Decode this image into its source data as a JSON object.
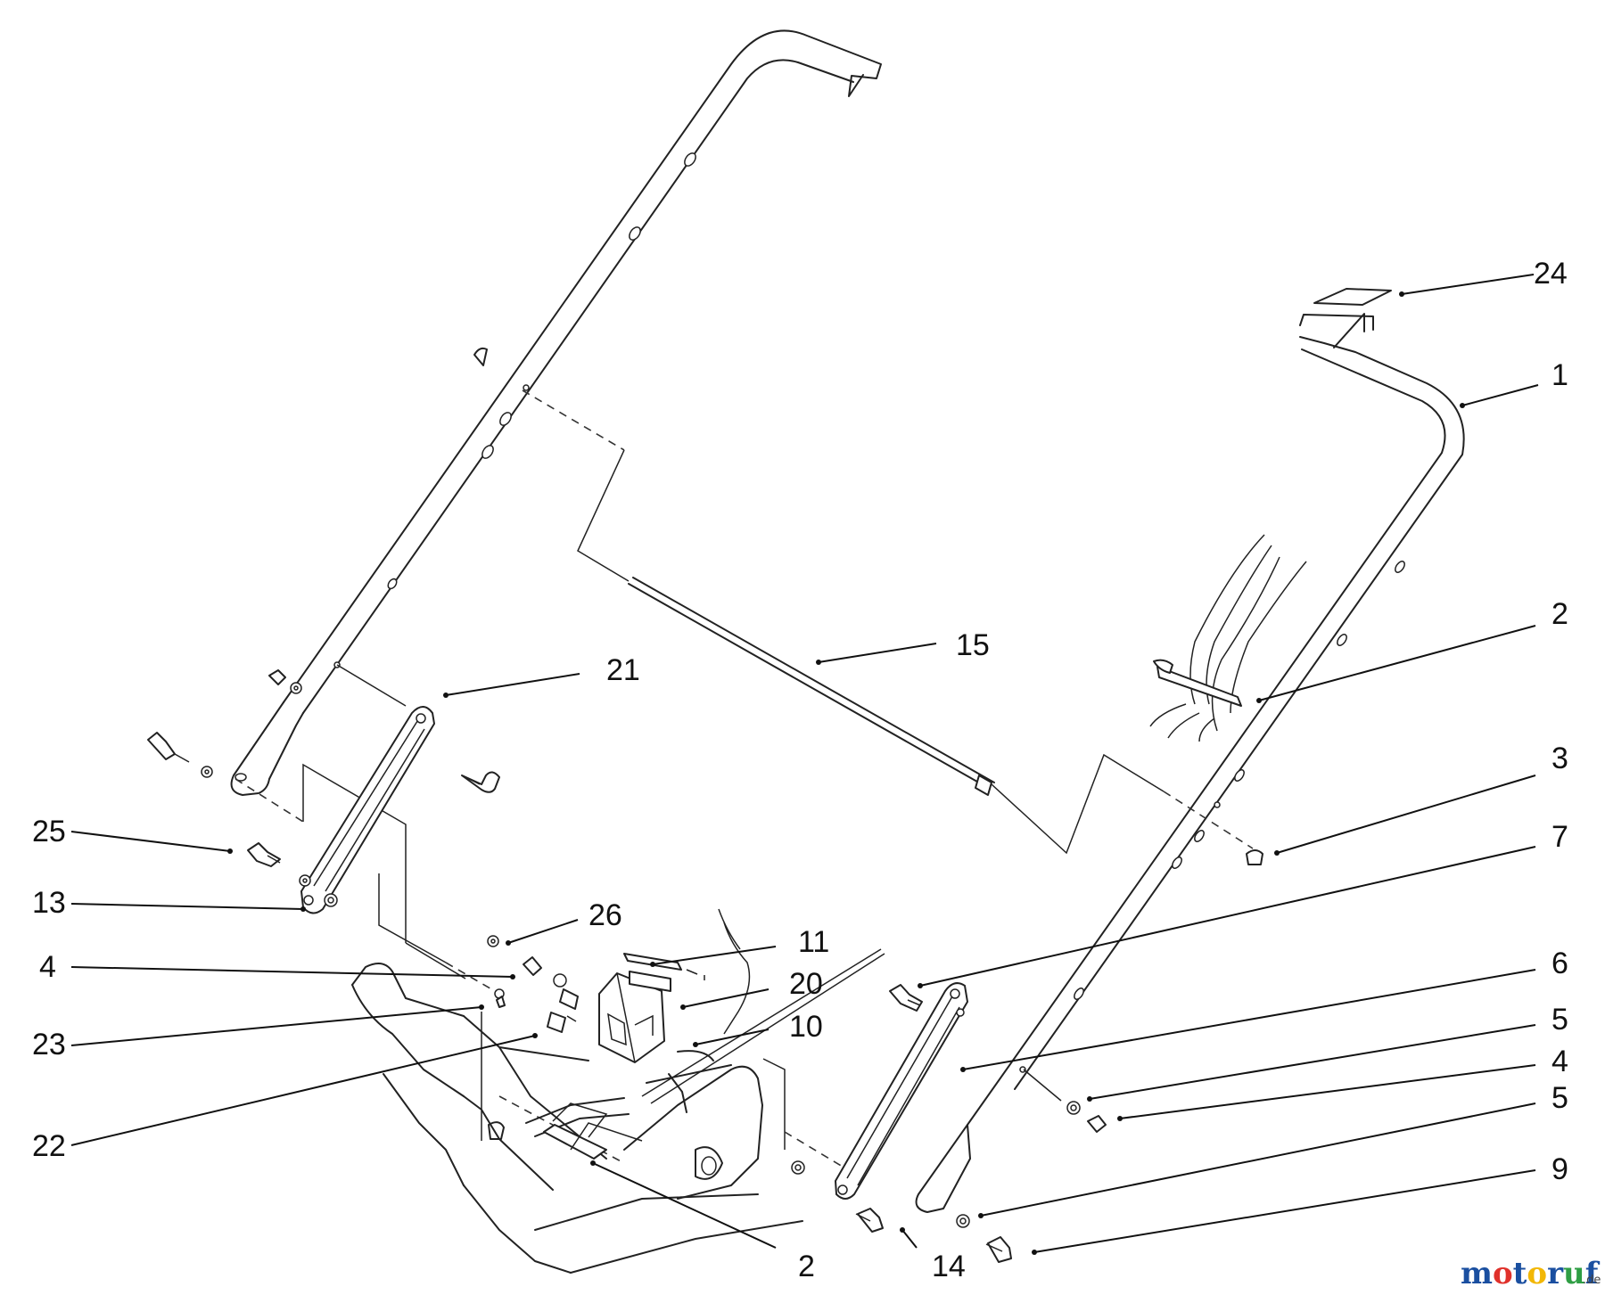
{
  "callouts": [
    {
      "id": "c24",
      "label": "24"
    },
    {
      "id": "c1",
      "label": "1"
    },
    {
      "id": "c2a",
      "label": "2"
    },
    {
      "id": "c3",
      "label": "3"
    },
    {
      "id": "c7",
      "label": "7"
    },
    {
      "id": "c6",
      "label": "6"
    },
    {
      "id": "c5a",
      "label": "5"
    },
    {
      "id": "c4a",
      "label": "4"
    },
    {
      "id": "c5b",
      "label": "5"
    },
    {
      "id": "c9",
      "label": "9"
    },
    {
      "id": "c15",
      "label": "15"
    },
    {
      "id": "c21",
      "label": "21"
    },
    {
      "id": "c25",
      "label": "25"
    },
    {
      "id": "c13",
      "label": "13"
    },
    {
      "id": "c26",
      "label": "26"
    },
    {
      "id": "c4b",
      "label": "4"
    },
    {
      "id": "c11",
      "label": "11"
    },
    {
      "id": "c20",
      "label": "20"
    },
    {
      "id": "c10",
      "label": "10"
    },
    {
      "id": "c23",
      "label": "23"
    },
    {
      "id": "c22",
      "label": "22"
    },
    {
      "id": "c2b",
      "label": "2"
    },
    {
      "id": "c14",
      "label": "14"
    }
  ],
  "watermark": {
    "brand_m": "m",
    "brand_o1": "o",
    "brand_t": "t",
    "brand_o2": "o",
    "brand_r": "r",
    "brand_u": "u",
    "brand_f": "f",
    "tld": ".de",
    "colors": [
      "#1a4fa0",
      "#e0312b",
      "#f2b705",
      "#2f9e44"
    ]
  }
}
